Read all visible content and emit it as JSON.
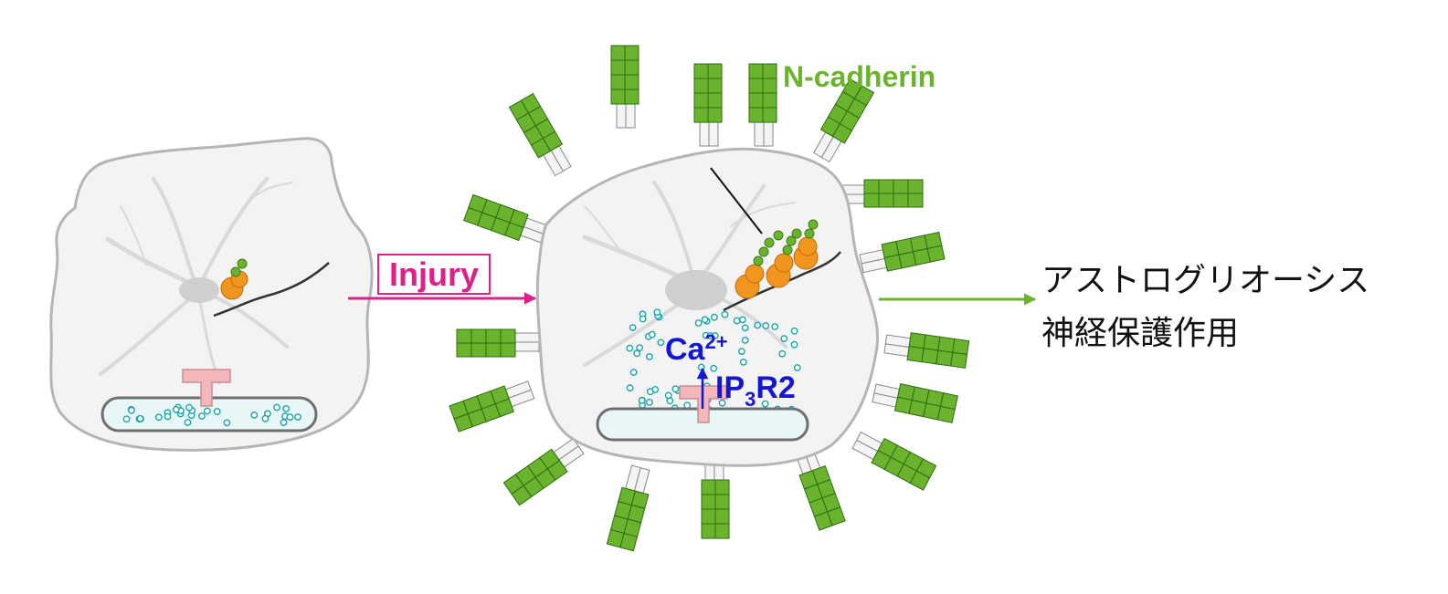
{
  "labels": {
    "injury": "Injury",
    "n_cadherin": "N-cadherin",
    "ca_main": "Ca",
    "ca_sup": "2+",
    "ip3r_main": "IP",
    "ip3r_sub": "3",
    "ip3r_end": "R2",
    "outcome_line1": "アストログリオーシス",
    "outcome_line2": "神経保護作用"
  },
  "colors": {
    "injury": "#e01f8b",
    "cadherin": "#6ab42d",
    "calcium_label": "#1515d6",
    "ip3r2": "#f2b7bb",
    "er_fill": "#e8f6f8",
    "ca_dot": "#19a3a8",
    "protein": "#f0961e",
    "cell_fill": "#f3f3f3",
    "cell_border": "#b5b5b5"
  },
  "icons": {
    "injury_arrow": "arrow-right-icon",
    "outcome_arrow": "arrow-right-icon",
    "receptor": "ip3-receptor-icon",
    "cadherin": "cadherin-domain-icon"
  }
}
